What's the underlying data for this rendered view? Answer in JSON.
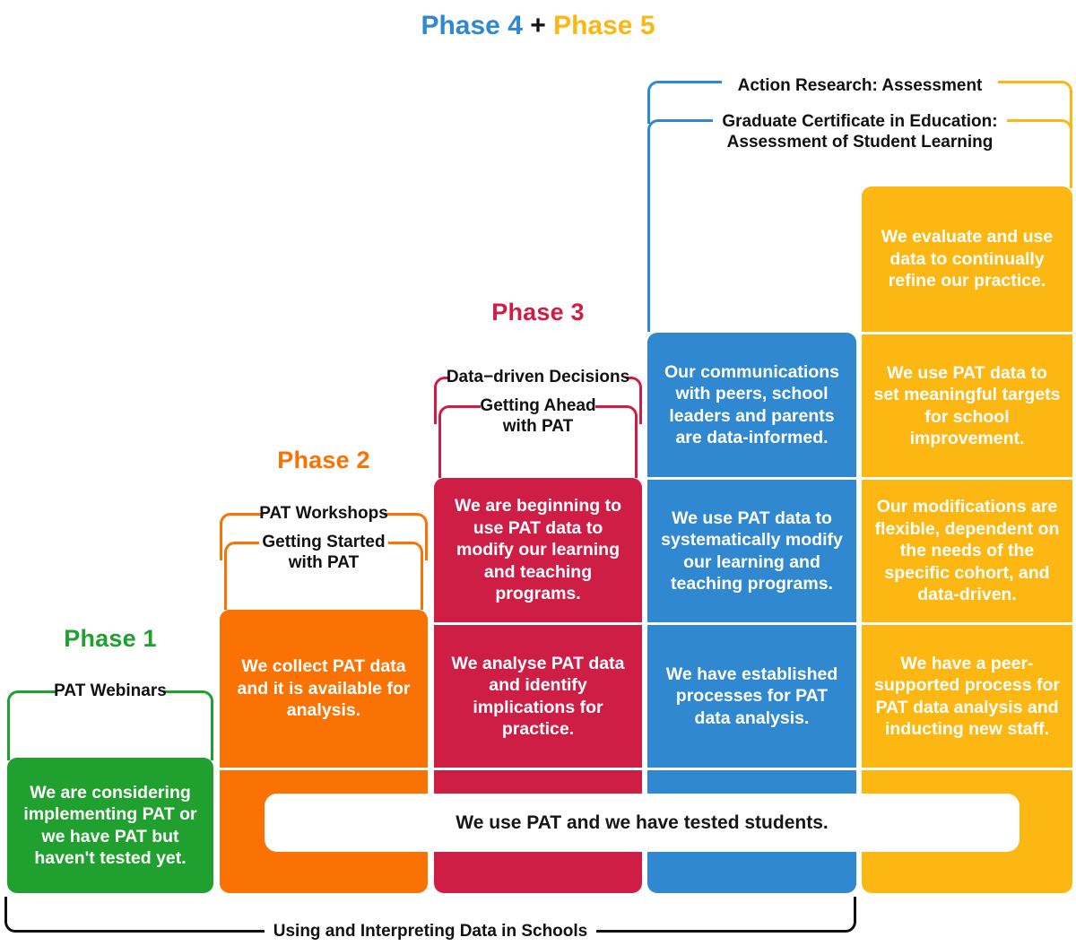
{
  "header": {
    "phase4_label": "Phase 4",
    "plus": " + ",
    "phase5_label": "Phase 5",
    "phase4_color": "#3089D0",
    "phase5_color": "#FCB713"
  },
  "colors": {
    "green": "#1FA02F",
    "orange": "#FA7203",
    "red": "#CF1E46",
    "blue": "#3089D0",
    "yellow": "#FCB713",
    "black": "#111111",
    "white": "#FFFFFF"
  },
  "phase_titles": [
    {
      "label": "Phase 1",
      "color": "#1FA02F"
    },
    {
      "label": "Phase 2",
      "color": "#FA7203"
    },
    {
      "label": "Phase 3",
      "color": "#CF1E46"
    }
  ],
  "brackets": {
    "pat_webinars": {
      "label": "PAT Webinars",
      "color": "#1FA02F"
    },
    "pat_workshops": {
      "label": "PAT Workshops",
      "color": "#FA7203"
    },
    "getting_started": {
      "label": "Getting Started\nwith PAT",
      "line1": "Getting Started",
      "line2": "with PAT",
      "color": "#FA7203"
    },
    "data_driven_decisions": {
      "label": "Data−driven Decisions",
      "color": "#CF1E46"
    },
    "getting_ahead": {
      "line1": "Getting Ahead",
      "line2": "with PAT",
      "color": "#CF1E46"
    },
    "action_research": {
      "label": "Action Research: Assessment",
      "left_color": "#3089D0",
      "right_color": "#FCB713"
    },
    "grad_certificate": {
      "line1": "Graduate Certificate in Education:",
      "line2": "Assessment of Student Learning",
      "left_color": "#3089D0",
      "right_color": "#FCB713"
    },
    "using_interpreting": {
      "label": "Using and Interpreting Data in Schools",
      "color": "#111111"
    }
  },
  "banner": {
    "text": "We use PAT and we have tested students."
  },
  "columns": [
    {
      "name": "phase-1",
      "color": "#1FA02F",
      "cells": [
        {
          "text": "We are considering implementing PAT or we have PAT but haven't tested yet."
        }
      ]
    },
    {
      "name": "phase-2",
      "color": "#FA7203",
      "cells": [
        {
          "text": "We collect PAT data and it is available for analysis."
        },
        {
          "text": ""
        }
      ]
    },
    {
      "name": "phase-3",
      "color": "#CF1E46",
      "cells": [
        {
          "text": "We are beginning to use PAT data to modify our learning and teaching programs."
        },
        {
          "text": "We analyse PAT data and identify implications for practice."
        },
        {
          "text": ""
        }
      ]
    },
    {
      "name": "phase-4",
      "color": "#3089D0",
      "cells": [
        {
          "text": "Our communications with peers, school leaders and parents are data-informed."
        },
        {
          "text": "We use PAT data to systematically modify our learning and teaching programs."
        },
        {
          "text": "We have established processes for PAT data analysis."
        },
        {
          "text": ""
        }
      ]
    },
    {
      "name": "phase-5",
      "color": "#FCB713",
      "cells": [
        {
          "text": "We evaluate and use data to continually refine our practice."
        },
        {
          "text": "We use PAT data to set meaningful targets for school improvement."
        },
        {
          "text": "Our modifications are flexible, dependent on the needs of the specific cohort, and data-driven."
        },
        {
          "text": "We have a peer-supported process for PAT data analysis and inducting new staff."
        },
        {
          "text": ""
        }
      ]
    }
  ]
}
